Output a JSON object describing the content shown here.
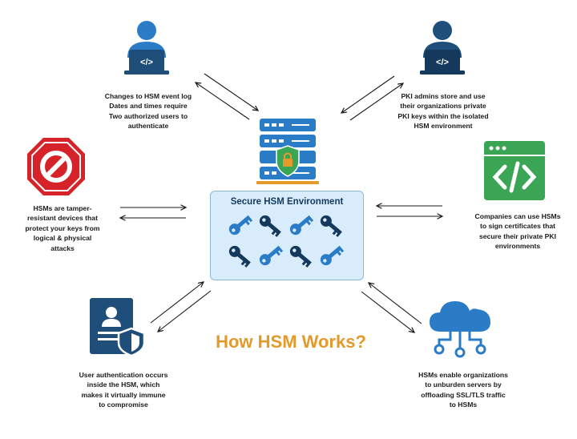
{
  "title": "How HSM Works?",
  "center": {
    "label": "Secure HSM Environment",
    "key_count": 8
  },
  "nodes": {
    "top_left": {
      "icon": "user-laptop-icon",
      "text": "Changes to HSM event log\nDates and times require\nTwo authorized users to\nauthenticate"
    },
    "top_right": {
      "icon": "admin-laptop-icon",
      "text": "PKI admins store and use\ntheir organizations private\nPKI keys within the isolated\nHSM environment"
    },
    "mid_left": {
      "icon": "no-entry-icon",
      "text": "HSMs are tamper-\nresistant devices that\nprotect your keys from\nlogical & physical\nattacks"
    },
    "mid_right": {
      "icon": "code-window-icon",
      "text": "Companies can use HSMs\nto sign certificates that\nsecure their private PKI\nenvironments"
    },
    "bottom_left": {
      "icon": "id-shield-icon",
      "text": "User authentication occurs\ninside the HSM, which\nmakes it virtually immune\nto compromise"
    },
    "bottom_right": {
      "icon": "cloud-network-icon",
      "text": "HSMs enable organizations\nto unburden servers by\noffloading SSL/TLS traffic\nto HSMs"
    }
  },
  "colors": {
    "navy": "#1f4e7a",
    "blue": "#2a7cc7",
    "red": "#d6232a",
    "green": "#3aa655",
    "gold": "#e39a2a",
    "env_bg": "#d8ecfb"
  }
}
